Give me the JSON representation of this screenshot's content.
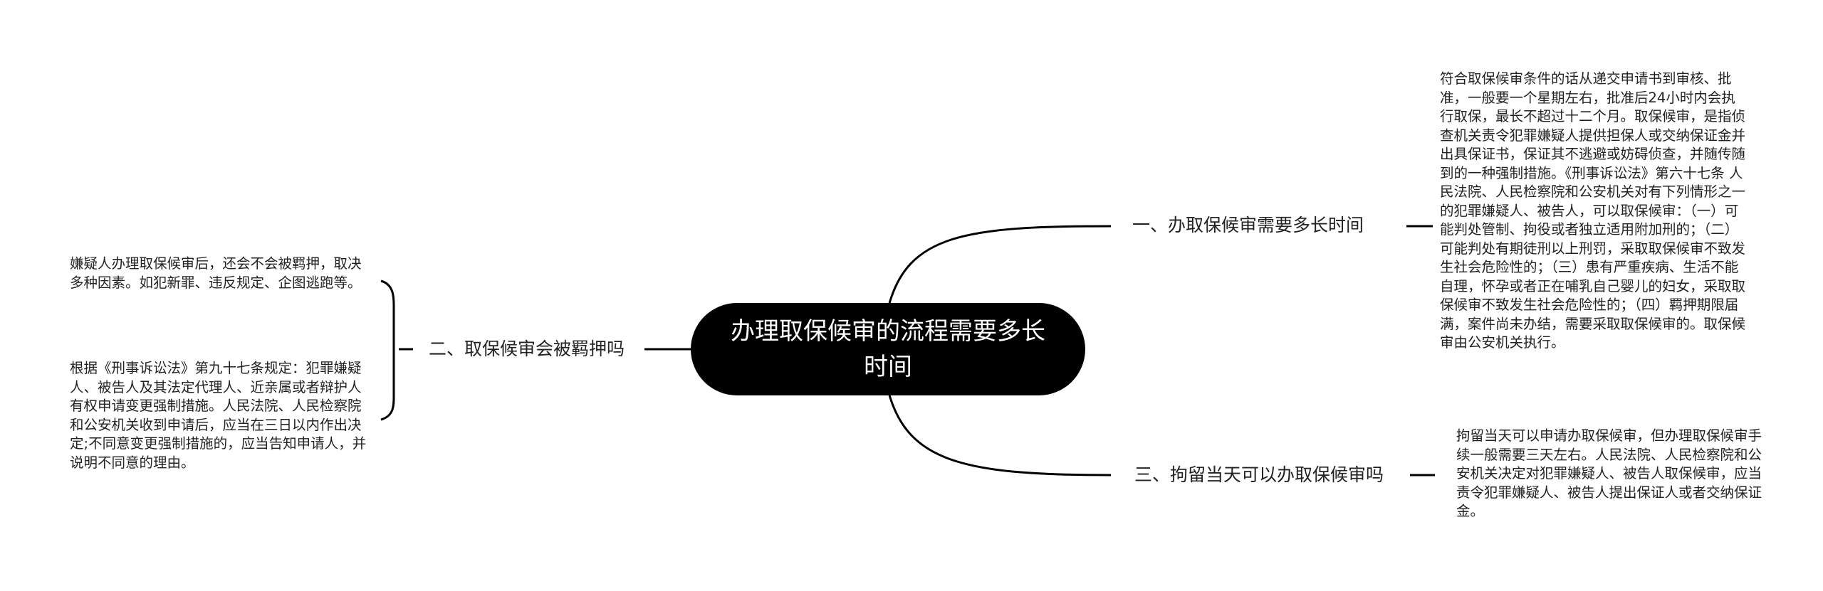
{
  "root": {
    "title": "办理取保候审的流程需要多长时间"
  },
  "branches": [
    {
      "label": "一、办取保候审需要多长时间",
      "leaves": [
        "符合取保候审条件的话从递交申请书到审核、批准，一般要一个星期左右，批准后24小时内会执行取保，最长不超过十二个月。取保候审，是指侦查机关责令犯罪嫌疑人提供担保人或交纳保证金并出具保证书，保证其不逃避或妨碍侦查，并随传随到的一种强制措施。《刑事诉讼法》第六十七条 人民法院、人民检察院和公安机关对有下列情形之一的犯罪嫌疑人、被告人，可以取保候审：（一）可能判处管制、拘役或者独立适用附加刑的；（二）可能判处有期徒刑以上刑罚，采取取保候审不致发生社会危险性的；（三）患有严重疾病、生活不能自理，怀孕或者正在哺乳自己婴儿的妇女，采取取保候审不致发生社会危险性的；（四）羁押期限届满，案件尚未办结，需要采取取保候审的。取保候审由公安机关执行。"
      ]
    },
    {
      "label": "二、取保候审会被羁押吗",
      "leaves": [
        "嫌疑人办理取保候审后，还会不会被羁押，取决多种因素。如犯新罪、违反规定、企图逃跑等。",
        "根据《刑事诉讼法》第九十七条规定：犯罪嫌疑人、被告人及其法定代理人、近亲属或者辩护人有权申请变更强制措施。人民法院、人民检察院和公安机关收到申请后，应当在三日以内作出决定;不同意变更强制措施的，应当告知申请人，并说明不同意的理由。"
      ]
    },
    {
      "label": "三、拘留当天可以办取保候审吗",
      "leaves": [
        "拘留当天可以申请办取保候审，但办理取保候审手续一般需要三天左右。人民法院、人民检察院和公安机关决定对犯罪嫌疑人、被告人取保候审，应当责令犯罪嫌疑人、被告人提出保证人或者交纳保证金。"
      ]
    }
  ]
}
